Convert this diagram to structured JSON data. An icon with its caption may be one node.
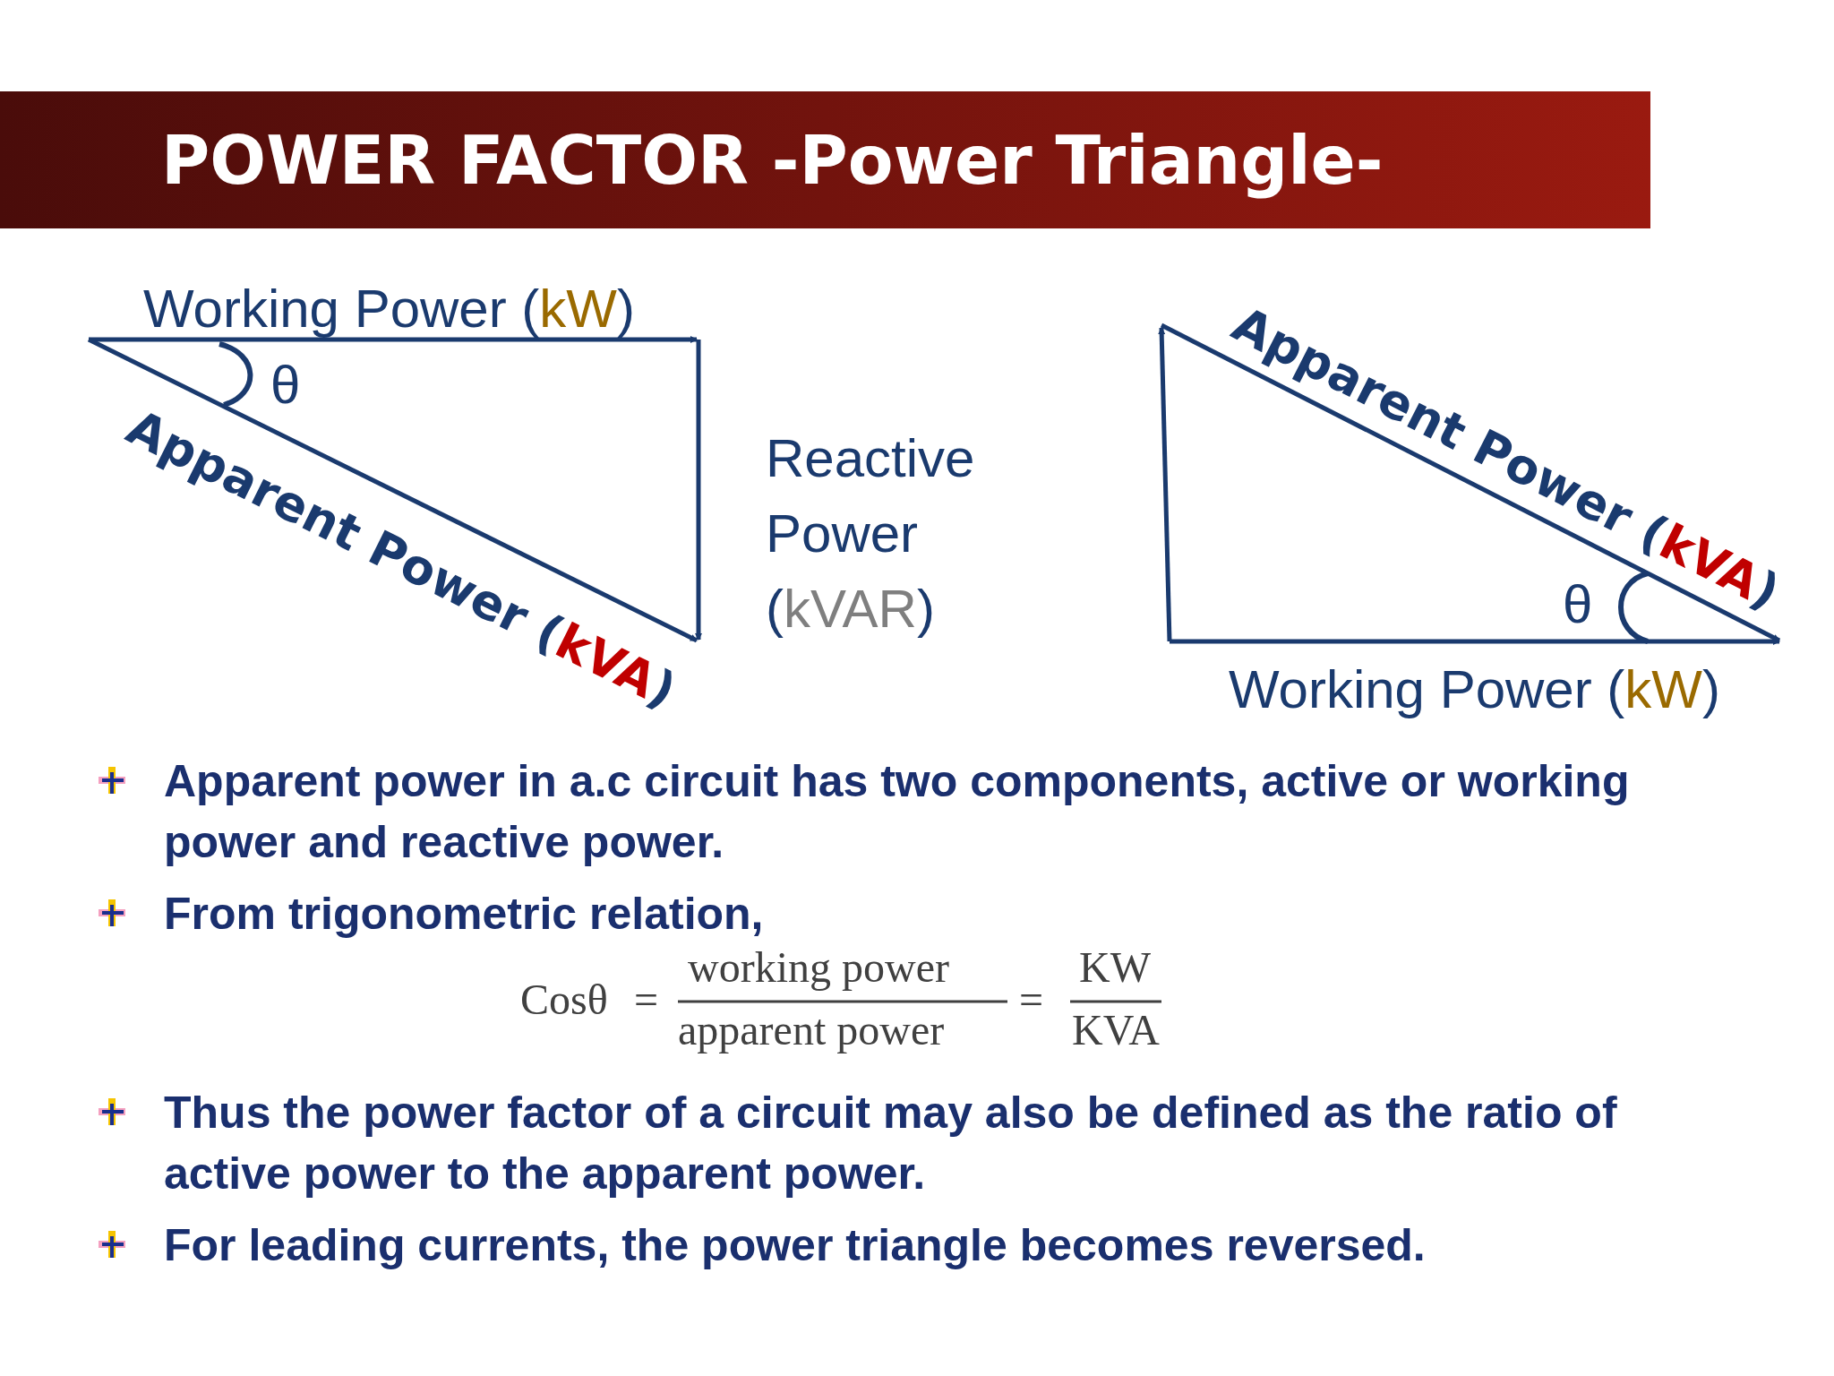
{
  "diagram": {
    "title": "POWER FACTOR -Power Triangle-",
    "labels": [
      "Working Power (kW)",
      "θ",
      "Apparent Power (kVA)",
      "Reactive Power (kVAR)",
      "Apparent Power (kVA)",
      "θ",
      "Working Power (kW)",
      "Apparent power in a.c circuit has two components, active or working power and reactive power.",
      "From trigonometric relation,",
      "Cosθ",
      "=",
      "working power",
      "apparent power",
      "=",
      "KW",
      "KVA",
      "Thus the power factor of a circuit may also be defined as the ratio of active power to the apparent power.",
      "For leading currents, the power triangle becomes reversed."
    ]
  }
}
